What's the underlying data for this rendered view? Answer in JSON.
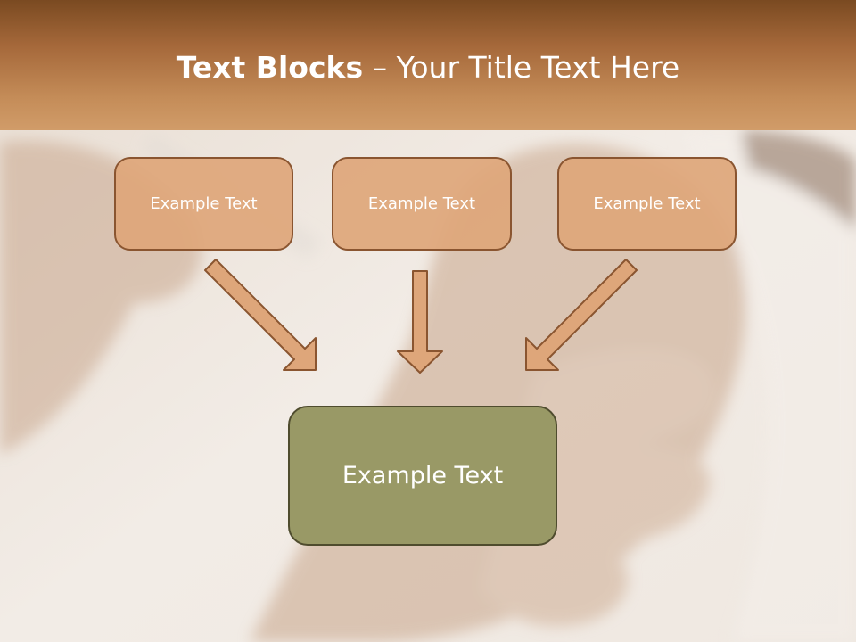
{
  "title": {
    "bold": "Text Blocks",
    "dash": " – ",
    "rest": "Your Title Text Here"
  },
  "boxes": [
    {
      "label": "Example Text"
    },
    {
      "label": "Example Text"
    },
    {
      "label": "Example Text"
    }
  ],
  "main_box": {
    "label": "Example Text"
  },
  "colors": {
    "header": "#a5683a",
    "box_fill": "#dea67a",
    "box_border": "#8a5530",
    "main_fill": "#999966",
    "main_border": "#4f4c2e",
    "arrow_fill": "#dea67a",
    "arrow_stroke": "#8a5530"
  }
}
